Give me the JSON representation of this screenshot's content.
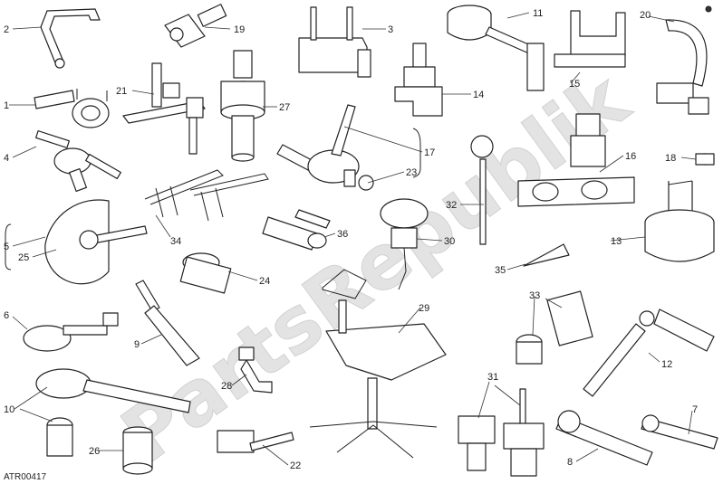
{
  "diagram": {
    "code": "ATR00417",
    "watermark": "PartsRepublik",
    "part_numbers": [
      "1",
      "2",
      "3",
      "4",
      "5",
      "6",
      "7",
      "8",
      "9",
      "10",
      "11",
      "12",
      "13",
      "14",
      "15",
      "16",
      "17",
      "18",
      "19",
      "20",
      "21",
      "22",
      "23",
      "24",
      "25",
      "26",
      "27",
      "28",
      "29",
      "30",
      "31",
      "32",
      "33",
      "34",
      "35",
      "36"
    ]
  }
}
